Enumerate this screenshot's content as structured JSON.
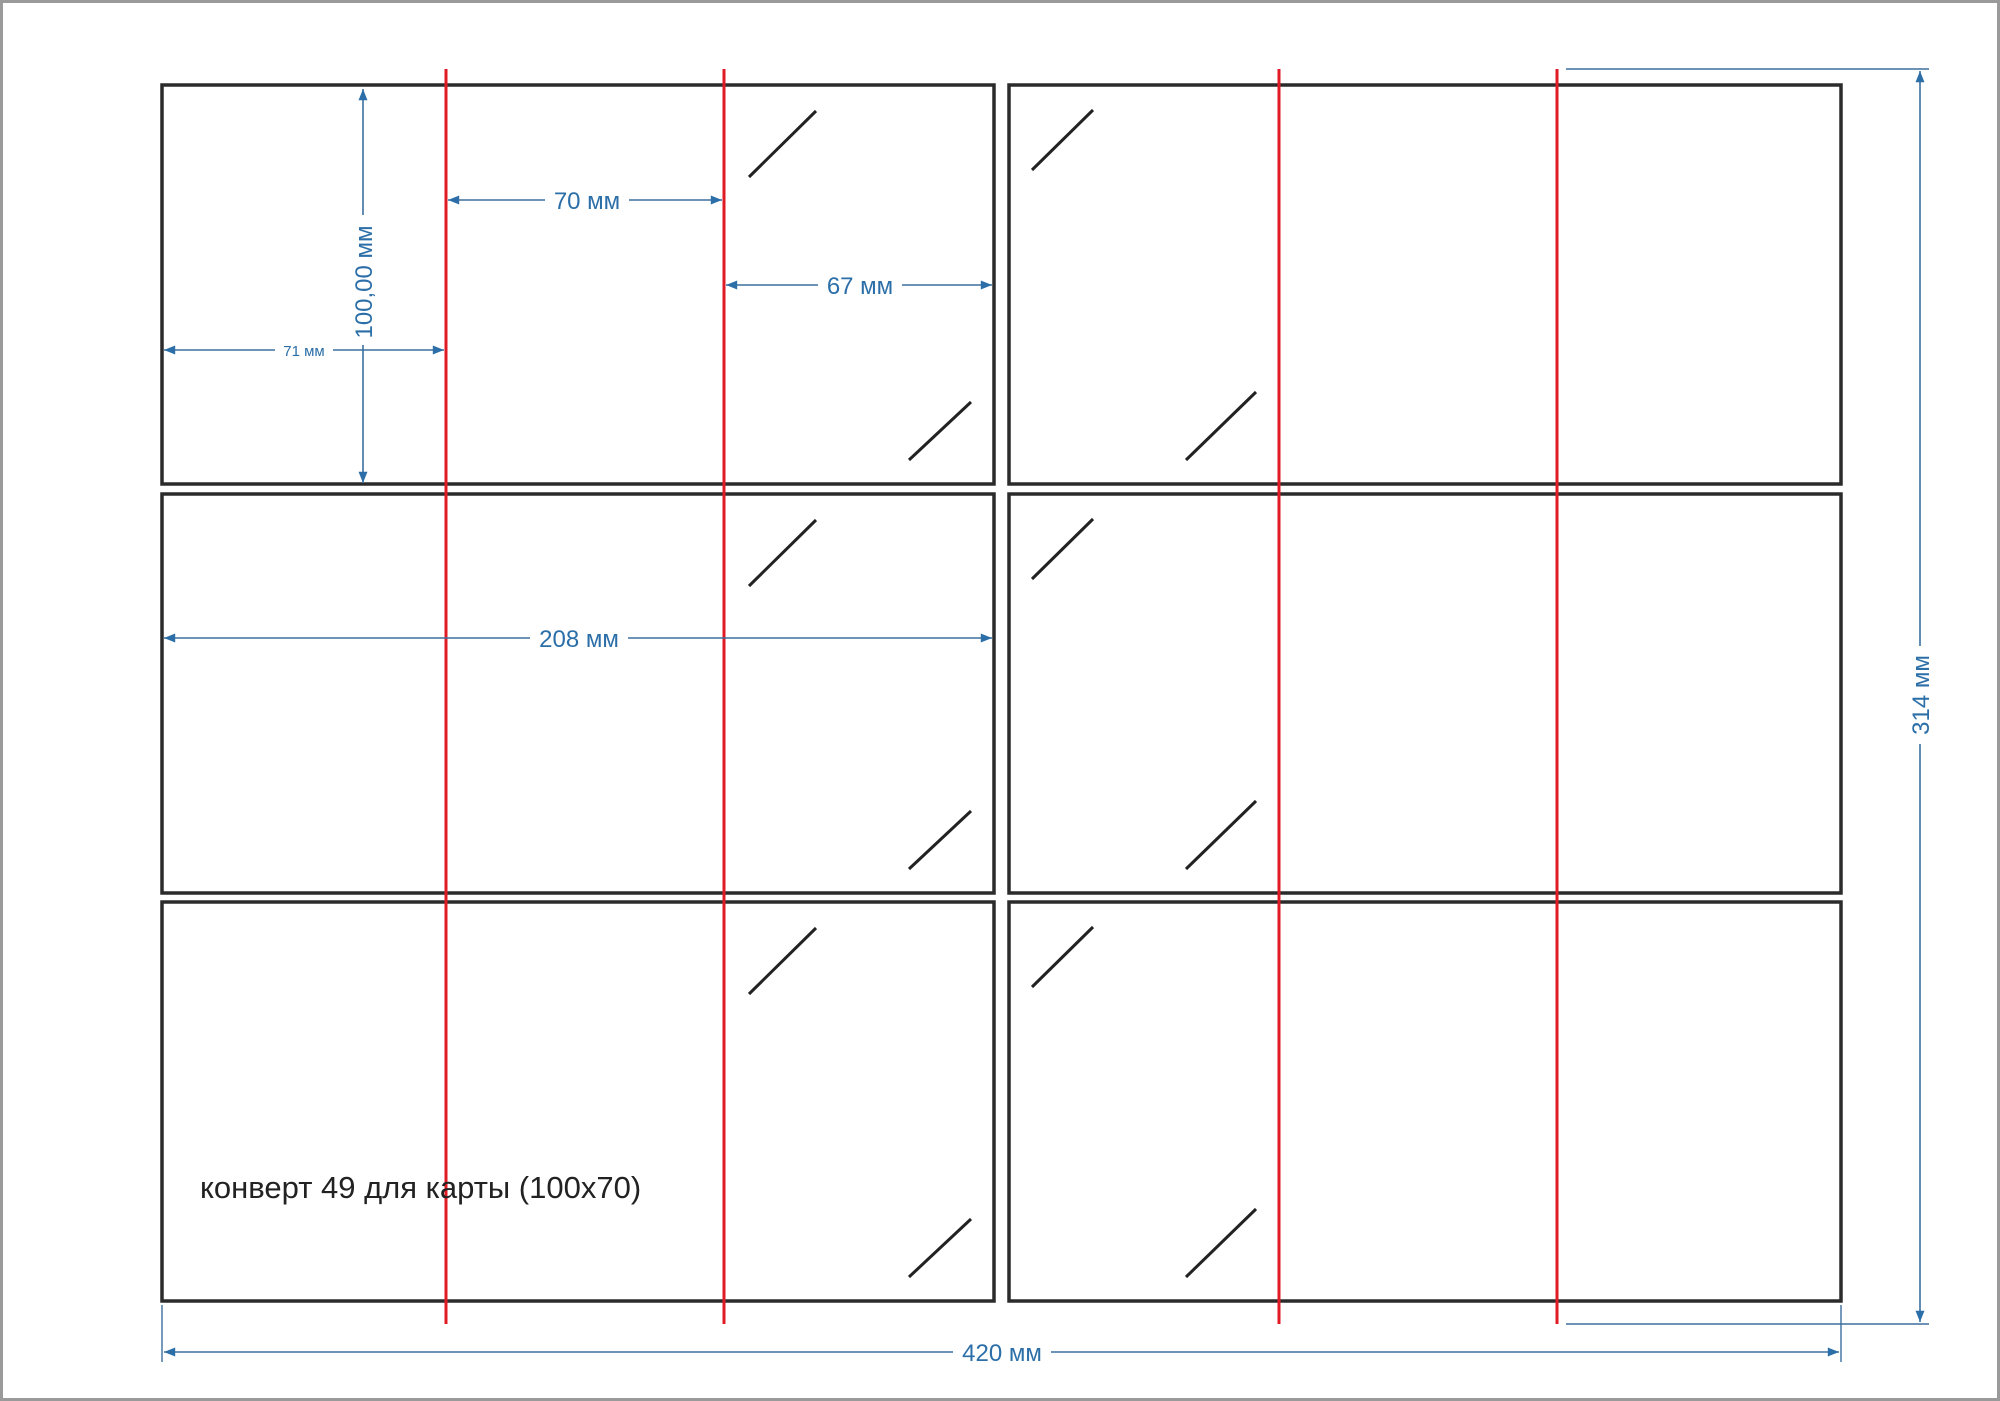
{
  "caption": "конверт 49 для карты (100x70)",
  "dimensions": {
    "height_panel": "100,00 мм",
    "width_70": "70 мм",
    "width_67": "67 мм",
    "width_71": "71 мм",
    "width_208": "208 мм",
    "total_width": "420 мм",
    "total_height": "314 мм"
  },
  "colors": {
    "fold_line": "#e01b24",
    "dimension": "#2c6fa8",
    "outline": "#2b2b2b"
  }
}
